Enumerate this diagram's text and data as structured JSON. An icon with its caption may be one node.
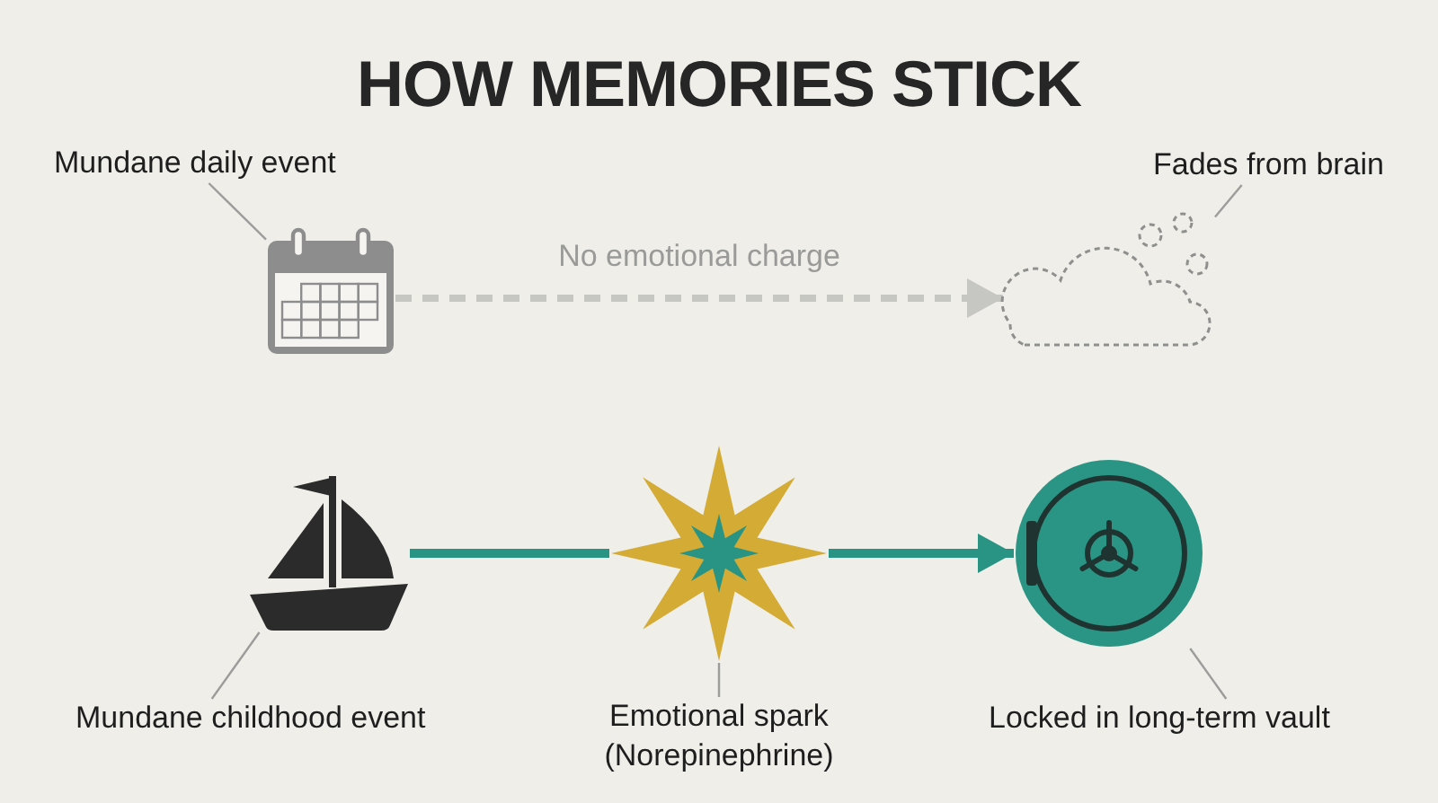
{
  "diagram": {
    "title": "HOW MEMORIES STICK",
    "nodes": [
      {
        "text": [
          "Mundane daily event"
        ]
      },
      {
        "text": [],
        "shape": "picture"
      },
      {
        "text": [
          "Fades from brain"
        ]
      },
      {
        "text": [],
        "shape": "cloud"
      },
      {
        "text": [],
        "shape": "picture"
      },
      {
        "text": [],
        "shape": "star"
      },
      {
        "text": [],
        "shape": "picture"
      },
      {
        "text": [
          "Mundane childhood event"
        ]
      },
      {
        "text": [
          "Emotional spark (Norepinephrine)"
        ]
      },
      {
        "text": [
          "Locked in long-term vault"
        ]
      }
    ],
    "edges": [
      {
        "from": 0,
        "to": 1,
        "arrow": "none"
      },
      {
        "from": 1,
        "to": 3,
        "arrow": "to",
        "label": "No emotional charge",
        "style": "dashed",
        "color": "#c6c6c3"
      },
      {
        "from": 2,
        "to": 3,
        "arrow": "none"
      },
      {
        "from": 4,
        "to": 5,
        "arrow": "none",
        "style": "thick",
        "color": "#2a9484"
      },
      {
        "from": 5,
        "to": 6,
        "arrow": "to",
        "style": "thick",
        "color": "#2a9484"
      },
      {
        "from": 7,
        "to": 4,
        "arrow": "none"
      },
      {
        "from": 8,
        "to": 5,
        "arrow": "none"
      },
      {
        "from": 9,
        "to": 6,
        "arrow": "none"
      }
    ]
  }
}
